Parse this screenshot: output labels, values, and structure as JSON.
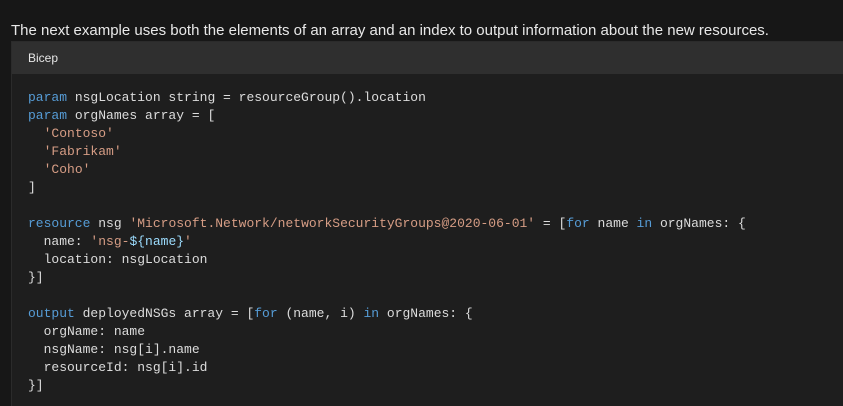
{
  "intro_text": "The next example uses both the elements of an array and an index to output information about the new resources.",
  "code_block": {
    "language": "Bicep",
    "lines": [
      [
        {
          "t": "kw",
          "v": "param"
        },
        {
          "t": "id",
          "v": " nsgLocation string = resourceGroup().location"
        }
      ],
      [
        {
          "t": "kw",
          "v": "param"
        },
        {
          "t": "id",
          "v": " orgNames array = ["
        }
      ],
      [
        {
          "t": "id",
          "v": "  "
        },
        {
          "t": "str",
          "v": "'Contoso'"
        }
      ],
      [
        {
          "t": "id",
          "v": "  "
        },
        {
          "t": "str",
          "v": "'Fabrikam'"
        }
      ],
      [
        {
          "t": "id",
          "v": "  "
        },
        {
          "t": "str",
          "v": "'Coho'"
        }
      ],
      [
        {
          "t": "id",
          "v": "]"
        }
      ],
      [
        {
          "t": "id",
          "v": ""
        }
      ],
      [
        {
          "t": "kw",
          "v": "resource"
        },
        {
          "t": "id",
          "v": " nsg "
        },
        {
          "t": "str",
          "v": "'Microsoft.Network/networkSecurityGroups@2020-06-01'"
        },
        {
          "t": "id",
          "v": " = ["
        },
        {
          "t": "kw",
          "v": "for"
        },
        {
          "t": "id",
          "v": " name "
        },
        {
          "t": "kw",
          "v": "in"
        },
        {
          "t": "id",
          "v": " orgNames: {"
        }
      ],
      [
        {
          "t": "id",
          "v": "  name: "
        },
        {
          "t": "str",
          "v": "'nsg-"
        },
        {
          "t": "interp",
          "v": "${name}"
        },
        {
          "t": "str",
          "v": "'"
        }
      ],
      [
        {
          "t": "id",
          "v": "  location: nsgLocation"
        }
      ],
      [
        {
          "t": "id",
          "v": "}]"
        }
      ],
      [
        {
          "t": "id",
          "v": ""
        }
      ],
      [
        {
          "t": "kw",
          "v": "output"
        },
        {
          "t": "id",
          "v": " deployedNSGs array = ["
        },
        {
          "t": "kw",
          "v": "for"
        },
        {
          "t": "id",
          "v": " (name, i) "
        },
        {
          "t": "kw",
          "v": "in"
        },
        {
          "t": "id",
          "v": " orgNames: {"
        }
      ],
      [
        {
          "t": "id",
          "v": "  orgName: name"
        }
      ],
      [
        {
          "t": "id",
          "v": "  nsgName: nsg[i].name"
        }
      ],
      [
        {
          "t": "id",
          "v": "  resourceId: nsg[i].id"
        }
      ],
      [
        {
          "t": "id",
          "v": "}]"
        }
      ]
    ]
  },
  "colors": {
    "keyword": "#569cd6",
    "string": "#d69d85",
    "identifier": "#dcdcdc",
    "interpolation": "#9cdcfe",
    "code_background": "#1e1e1e",
    "header_background": "#2f2f2f"
  }
}
